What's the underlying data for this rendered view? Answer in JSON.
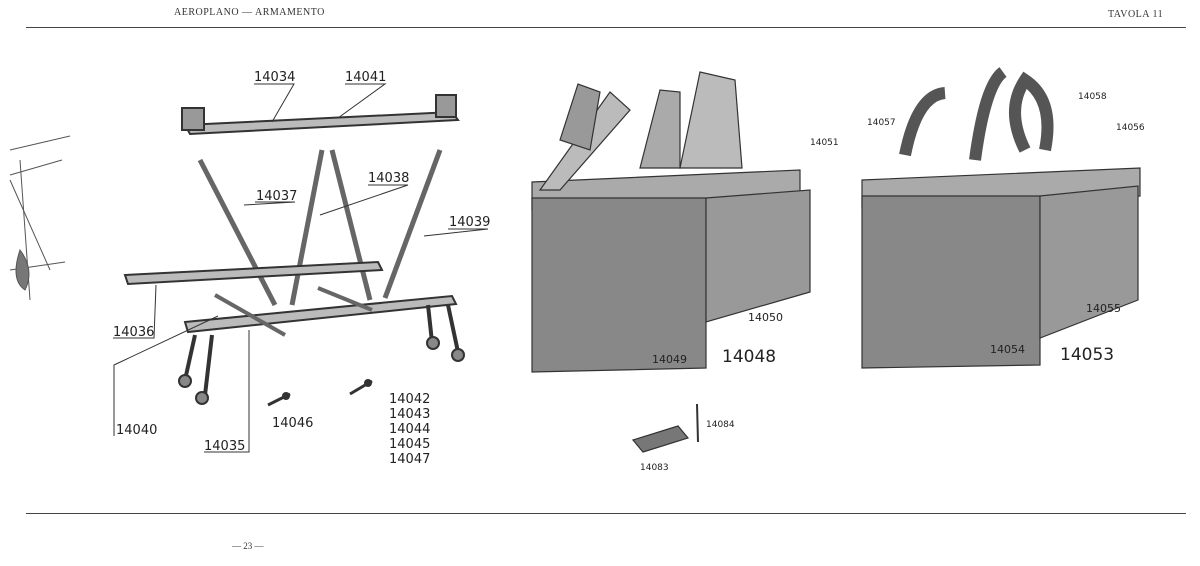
{
  "header": {
    "title": "AEROPLANO — ARMAMENTO",
    "plate": "TAVOLA 11"
  },
  "parts": {
    "p14034": "14034",
    "p14041": "14041",
    "p14037": "14037",
    "p14038": "14038",
    "p14039": "14039",
    "p14036": "14036",
    "p14040": "14040",
    "p14035": "14035",
    "p14046": "14046",
    "group": [
      "14042",
      "14043",
      "14044",
      "14045",
      "14047"
    ],
    "p14051": "14051",
    "p14048": "14048",
    "p14049": "14049",
    "p14050": "14050",
    "p14084": "14084",
    "p14083": "14083",
    "p14057": "14057",
    "p14058": "14058",
    "p14056": "14056",
    "p14055": "14055",
    "p14054": "14054",
    "p14053": "14053"
  },
  "footer": {
    "page_number": "— 23 —"
  }
}
